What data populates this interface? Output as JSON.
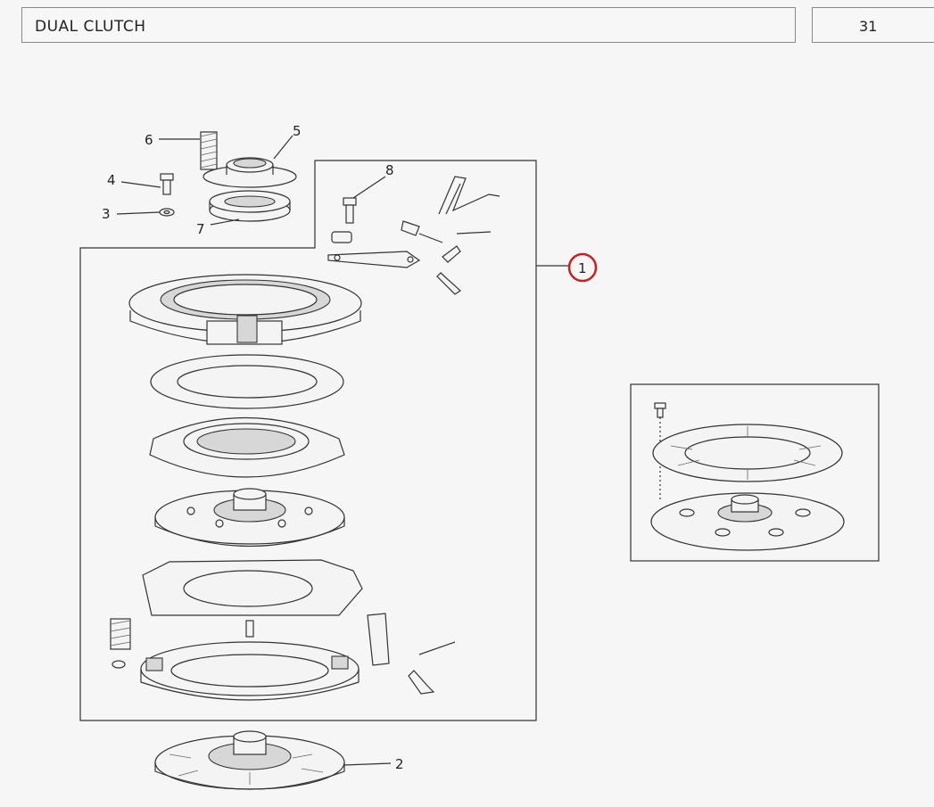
{
  "header": {
    "title": "DUAL CLUTCH",
    "page": "31"
  },
  "callouts": {
    "assembly": "1",
    "driven_disc": "2",
    "washer": "3",
    "bolt": "4",
    "bearing_carrier": "5",
    "spring": "6",
    "release_bearing": "7",
    "pin_bolt": "8"
  },
  "colors": {
    "highlight_circle": "#cc1f1f",
    "line": "#333333",
    "background": "#f6f6f6"
  }
}
